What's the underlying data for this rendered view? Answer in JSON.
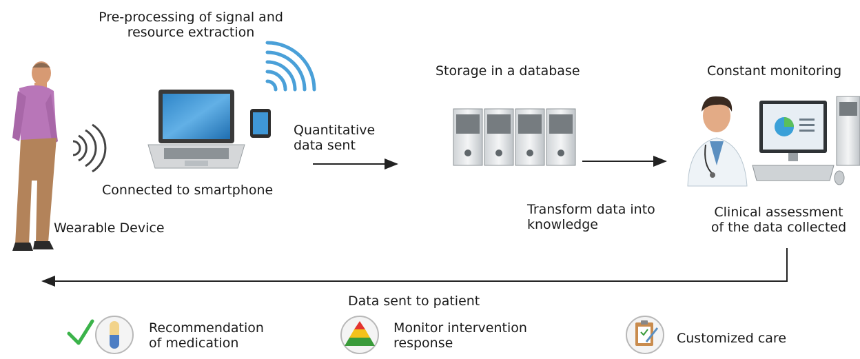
{
  "labels": {
    "preprocessing_line1": "Pre-processing of signal and",
    "preprocessing_line2": "resource extraction",
    "storage": "Storage in a database",
    "constant_monitoring": "Constant monitoring",
    "quantitative_line1": "Quantitative",
    "quantitative_line2": "data sent",
    "connected": "Connected to smartphone",
    "wearable": "Wearable Device",
    "transform_line1": "Transform data into",
    "transform_line2": "knowledge",
    "clinical_line1": "Clinical assessment",
    "clinical_line2": "of the data collected",
    "data_sent_patient": "Data sent to patient"
  },
  "outcomes": [
    {
      "line1": "Recommendation",
      "line2": "of medication",
      "icon": "medication-capsule-icon"
    },
    {
      "line1": "Monitor intervention",
      "line2": "response",
      "icon": "triage-pyramid-icon"
    },
    {
      "line1": "Customized care",
      "line2": "",
      "icon": "clipboard-icon"
    }
  ],
  "colors": {
    "signal_blue": "#4aa0d8",
    "check_green": "#3bb34a",
    "arrow": "#222222"
  }
}
